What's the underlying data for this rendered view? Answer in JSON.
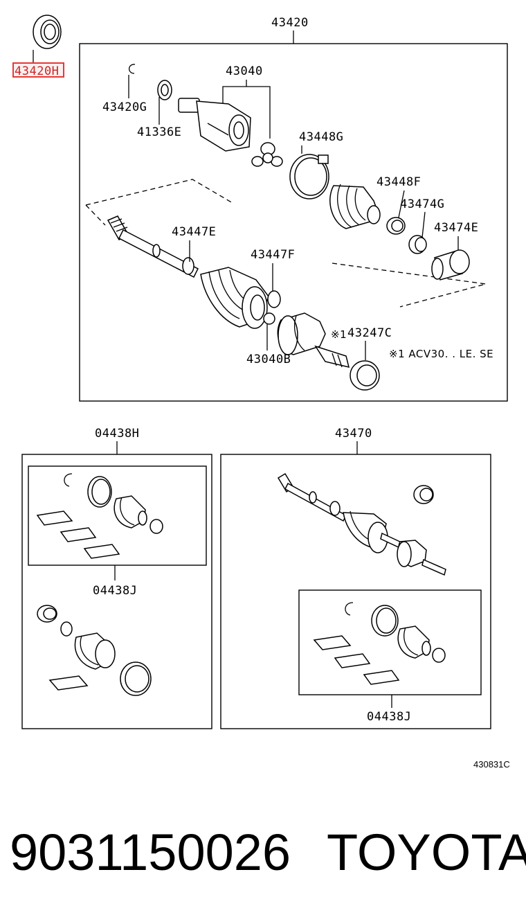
{
  "labels": {
    "main_assembly": "43420",
    "highlighted_part": "43420H",
    "part_43040": "43040",
    "part_43420G": "43420G",
    "part_41336E": "41336E",
    "part_43448G": "43448G",
    "part_43448F": "43448F",
    "part_43474G": "43474G",
    "part_43474E": "43474E",
    "part_43447E": "43447E",
    "part_43447F": "43447F",
    "part_43247C": "43247C",
    "part_43040B": "43040B",
    "note_marker": "※1",
    "note_text": "※1 ACV30. . LE. SE",
    "kit_04438H": "04438H",
    "kit_04438J_left": "04438J",
    "assembly_43470": "43470",
    "kit_04438J_right": "04438J",
    "diagram_code": "430831C"
  },
  "footer": {
    "part_number": "9031150026",
    "brand": "TOYOTA"
  },
  "colors": {
    "highlight": "#e53935",
    "line": "#000000",
    "background": "#ffffff"
  }
}
